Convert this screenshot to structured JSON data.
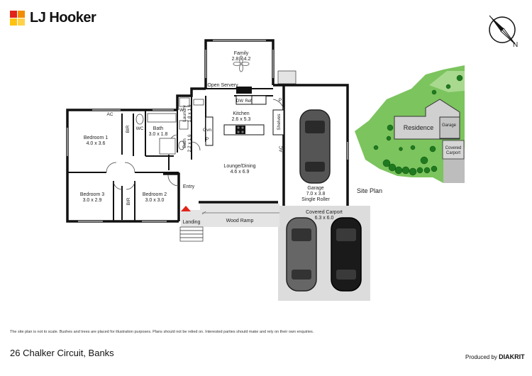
{
  "brand": {
    "name": "LJ Hooker",
    "colors": {
      "red": "#e2231a",
      "orange": "#f28c00",
      "yellow": "#ffc20e",
      "gold": "#ffd24a"
    }
  },
  "compass": {
    "label": "N",
    "icon": "north-arrow-icon"
  },
  "rooms": {
    "family": {
      "name": "Family",
      "size": "2.8 x 4.2"
    },
    "open_servery": {
      "name": "Open Servery"
    },
    "kitchen": {
      "name": "Kitchen",
      "size": "2.6 x 5.3"
    },
    "dw": "DW",
    "ref": "Ref",
    "laundry": {
      "name": "Laundry",
      "size": "1.8 x 1.6"
    },
    "bath_vertical": {
      "name": "Bath",
      "size": "2.2 x 1.6"
    },
    "ovn": "Ovn",
    "p_kitchen": "P",
    "w": "W",
    "wc": "WC",
    "bath": {
      "name": "Bath",
      "size": "3.0 x 1.8"
    },
    "bedroom1": {
      "name": "Bedroom 1",
      "size": "4.0 x 3.6"
    },
    "ac_bed1": "AC",
    "bir1": "BIR",
    "bir2": "BIR",
    "bedroom3": {
      "name": "Bedroom 3",
      "size": "3.0 x 2.9"
    },
    "bedroom2": {
      "name": "Bedroom 2",
      "size": "3.0 x 3.0"
    },
    "lounge": {
      "name": "Lounge/Dining",
      "size": "4.6 x 6.9"
    },
    "entry": "Entry",
    "landing": "Landing",
    "wood_ramp": "Wood Ramp",
    "ac_lounge": "AC",
    "shelves": "Shelves",
    "p_garage": "P",
    "garage": {
      "name": "Garage",
      "size": "7.0 x 3.8",
      "door": "Single Roller"
    },
    "carport": {
      "name": "Covered Carport",
      "size": "6.3 x 6.0"
    }
  },
  "site_plan": {
    "label": "Site Plan",
    "residence": "Residence",
    "garage": "Garage",
    "carport_line1": "Covered",
    "carport_line2": "Carport"
  },
  "footer": {
    "disclaimer": "The site plan is not to scale. Bushes and trees are placed for illustration purposes. Plans should not be relied on. Interested parties should make and rely on their own enquiries.",
    "address": "26 Chalker Circuit, Banks",
    "produced_by": "Produced by",
    "producer": "DIAKRIT"
  }
}
